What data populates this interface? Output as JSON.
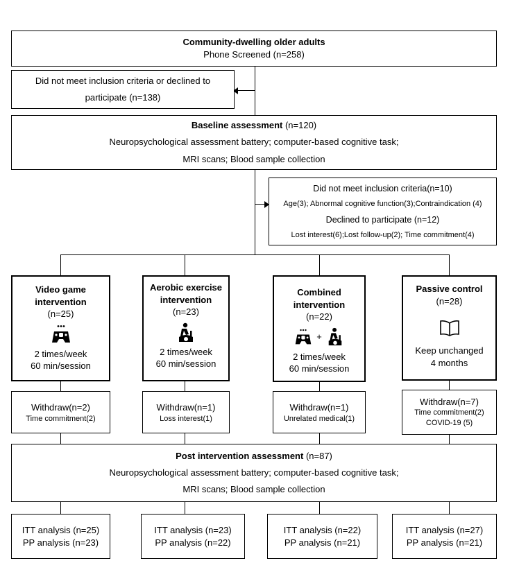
{
  "screening": {
    "title": "Community-dwelling older adults",
    "subtitle": "Phone Screened (n=258)"
  },
  "excluded_first": {
    "line1": "Did not meet inclusion criteria or declined to",
    "line2": "participate (n=138)"
  },
  "baseline": {
    "title": "Baseline assessment",
    "count": " (n=120)",
    "line1": "Neuropsychological assessment battery; computer-based cognitive task;",
    "line2": "MRI scans; Blood sample collection"
  },
  "excluded_second": {
    "heading1": "Did not meet inclusion criteria(n=10)",
    "detail1": "Age(3); Abnormal cognitive function(3);Contraindication (4)",
    "heading2": "Declined to participate (n=12)",
    "detail2": "Lost interest(6);Lost follow-up(2); Time commitment(4)"
  },
  "arms": [
    {
      "title_line1": "Video game",
      "title_line2": "intervention",
      "count": "(n=25)",
      "icons": [
        "gamepad-icon"
      ],
      "freq": "2 times/week",
      "duration": "60 min/session",
      "withdraw": "Withdraw(n=2)",
      "withdraw_reason1": "Time commitment(2)",
      "withdraw_reason2": "",
      "itt": "ITT analysis (n=25)",
      "pp": "PP analysis (n=23)"
    },
    {
      "title_line1": "Aerobic exercise",
      "title_line2": "intervention",
      "count": "(n=23)",
      "icons": [
        "exercise-bike-icon"
      ],
      "freq": "2 times/week",
      "duration": "60 min/session",
      "withdraw": "Withdraw(n=1)",
      "withdraw_reason1": "Loss interest(1)",
      "withdraw_reason2": "",
      "itt": "ITT analysis (n=23)",
      "pp": "PP analysis (n=22)"
    },
    {
      "title_line1": "Combined",
      "title_line2": "intervention",
      "count": "(n=22)",
      "icons": [
        "gamepad-icon",
        "exercise-bike-icon"
      ],
      "plus": "+",
      "freq": "2 times/week",
      "duration": "60 min/session",
      "withdraw": "Withdraw(n=1)",
      "withdraw_reason1": "Unrelated medical(1)",
      "withdraw_reason2": "",
      "itt": "ITT analysis (n=22)",
      "pp": "PP analysis (n=21)"
    },
    {
      "title_line1": "Passive control",
      "title_line2": "",
      "count": "(n=28)",
      "icons": [
        "open-book-icon"
      ],
      "freq": "Keep unchanged",
      "duration": "4 months",
      "withdraw": "Withdraw(n=7)",
      "withdraw_reason1": "Time commitment(2)",
      "withdraw_reason2": "COVID-19 (5)",
      "itt": "ITT analysis (n=27)",
      "pp": "PP analysis (n=21)"
    }
  ],
  "post": {
    "title": "Post intervention assessment",
    "count": " (n=87)",
    "line1": "Neuropsychological assessment battery; computer-based cognitive task;",
    "line2": "MRI scans; Blood sample collection"
  }
}
